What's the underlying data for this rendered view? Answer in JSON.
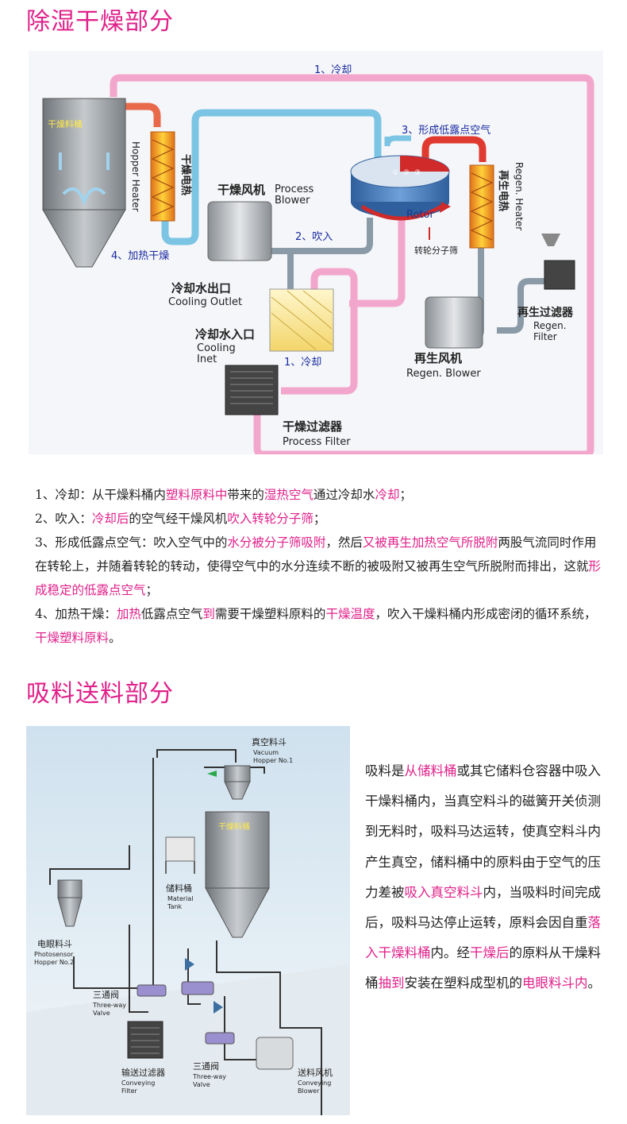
{
  "sections": {
    "dehumid_title": "除湿干燥部分",
    "conveying_title": "吸料送料部分"
  },
  "dryer_diagram": {
    "label_cooling_top": "1、冷却",
    "label_low_dew": "3、形成低露点空气",
    "label_blow": "2、吹入",
    "label_heat_dry": "4、加热干燥",
    "label_cooling_mid": "1、冷却",
    "hopper_label": "干燥料桶",
    "hopper_heater_cn": "干燥电热",
    "hopper_heater_en": "Hopper Heater",
    "process_blower_cn": "干燥风机",
    "process_blower_en1": "Process",
    "process_blower_en2": "Blower",
    "rotor_en": "Rotor",
    "rotor_cn": "转轮分子筛",
    "regen_heater_cn": "再生电热",
    "regen_heater_en": "Regen. Heater",
    "cooling_outlet_cn": "冷却水出口",
    "cooling_outlet_en": "Cooling Outlet",
    "cooling_inlet_cn": "冷却水入口",
    "cooling_inlet_en1": "Cooling",
    "cooling_inlet_en2": "Inet",
    "regen_filter_cn": "再生过滤器",
    "regen_filter_en1": "Regen.",
    "regen_filter_en2": "Filter",
    "regen_blower_cn": "再生风机",
    "regen_blower_en": "Regen. Blower",
    "process_filter_cn": "干燥过滤器",
    "process_filter_en": "Process Filter",
    "rotor_num1": "①",
    "rotor_num2": "②",
    "rotor_num3": "③"
  },
  "description": {
    "p1": [
      {
        "t": "1、冷却：从干燥料桶内",
        "h": false
      },
      {
        "t": "塑料原料中",
        "h": true
      },
      {
        "t": "带来的",
        "h": false
      },
      {
        "t": "湿热空气",
        "h": true
      },
      {
        "t": "通过冷却水",
        "h": false
      },
      {
        "t": "冷却",
        "h": true
      },
      {
        "t": "；",
        "h": false
      }
    ],
    "p2": [
      {
        "t": "2、吹入：",
        "h": false
      },
      {
        "t": "冷却后",
        "h": true
      },
      {
        "t": "的空气经干燥风机",
        "h": false
      },
      {
        "t": "吹入转轮分子筛",
        "h": true
      },
      {
        "t": "；",
        "h": false
      }
    ],
    "p3": [
      {
        "t": "3、形成低露点空气：吹入空气中的",
        "h": false
      },
      {
        "t": "水分被分子筛吸附",
        "h": true
      },
      {
        "t": "，然后",
        "h": false
      },
      {
        "t": "又被再生加热空气所脱附",
        "h": true
      },
      {
        "t": "两股气流同时作用在转轮上，并随着转轮的转动，使得空气中的水分连续不断的被吸附又被再生空气所脱附而排出，这就",
        "h": false
      },
      {
        "t": "形成稳定的低露点空气",
        "h": true
      },
      {
        "t": "；",
        "h": false
      }
    ],
    "p4": [
      {
        "t": "4、加热干燥：",
        "h": false
      },
      {
        "t": "加热",
        "h": true
      },
      {
        "t": "低露点空气",
        "h": false
      },
      {
        "t": "到",
        "h": true
      },
      {
        "t": "需要干燥塑料原料的",
        "h": false
      },
      {
        "t": "干燥温度",
        "h": true
      },
      {
        "t": "，吹入干燥料桶内形成密闭的循环系统，",
        "h": false
      },
      {
        "t": "干燥塑料原料",
        "h": true
      },
      {
        "t": "。",
        "h": false
      }
    ]
  },
  "conveying_diagram": {
    "vacuum_hopper_cn": "真空料斗",
    "vacuum_hopper_en1": "Vacuum",
    "vacuum_hopper_en2": "Hopper No.1",
    "hopper_label": "干燥料桶",
    "material_tank_cn": "储料桶",
    "material_tank_en1": "Material",
    "material_tank_en2": "Tank",
    "photo_hopper_cn": "电眼料斗",
    "photo_hopper_en1": "Photosensor",
    "photo_hopper_en2": "Hopper No.2",
    "three_way_1_cn": "三通阀",
    "three_way_1_en1": "Three-way",
    "three_way_1_en2": "Valve",
    "three_way_2_cn": "三通阀",
    "three_way_2_en1": "Three-way",
    "three_way_2_en2": "Valve",
    "conv_filter_cn": "输送过滤器",
    "conv_filter_en1": "Conveying",
    "conv_filter_en2": "Filter",
    "conv_blower_cn": "送料风机",
    "conv_blower_en1": "Conveying",
    "conv_blower_en2": "Blower"
  },
  "side_text": [
    {
      "t": "吸料是",
      "h": false
    },
    {
      "t": "从储料桶",
      "h": true
    },
    {
      "t": "或其它储料仓容器中吸入干燥料桶内，当真空料斗的磁簧开关侦测到无料时，吸料马达运转，使真空料斗内产生真空，储料桶中的原料由于空气的压力差被",
      "h": false
    },
    {
      "t": "吸入真空料斗",
      "h": true
    },
    {
      "t": "内，当吸料时间完成后，吸料马达停止运转，原料会因自重",
      "h": false
    },
    {
      "t": "落入干燥料桶",
      "h": true
    },
    {
      "t": "内。经",
      "h": false
    },
    {
      "t": "干燥后",
      "h": true
    },
    {
      "t": "的原料从干燥料桶",
      "h": false
    },
    {
      "t": "抽到",
      "h": true
    },
    {
      "t": "安装在塑料成型机的",
      "h": false
    },
    {
      "t": "电眼料斗内",
      "h": true
    },
    {
      "t": "。",
      "h": false
    }
  ],
  "colors": {
    "accent": "#e0218a",
    "pink_pipe": "#f0a0c8",
    "blue_pipe": "#7cc4e4",
    "gray_pipe": "#8a9aa6",
    "label_blue": "#1a2aa0"
  }
}
